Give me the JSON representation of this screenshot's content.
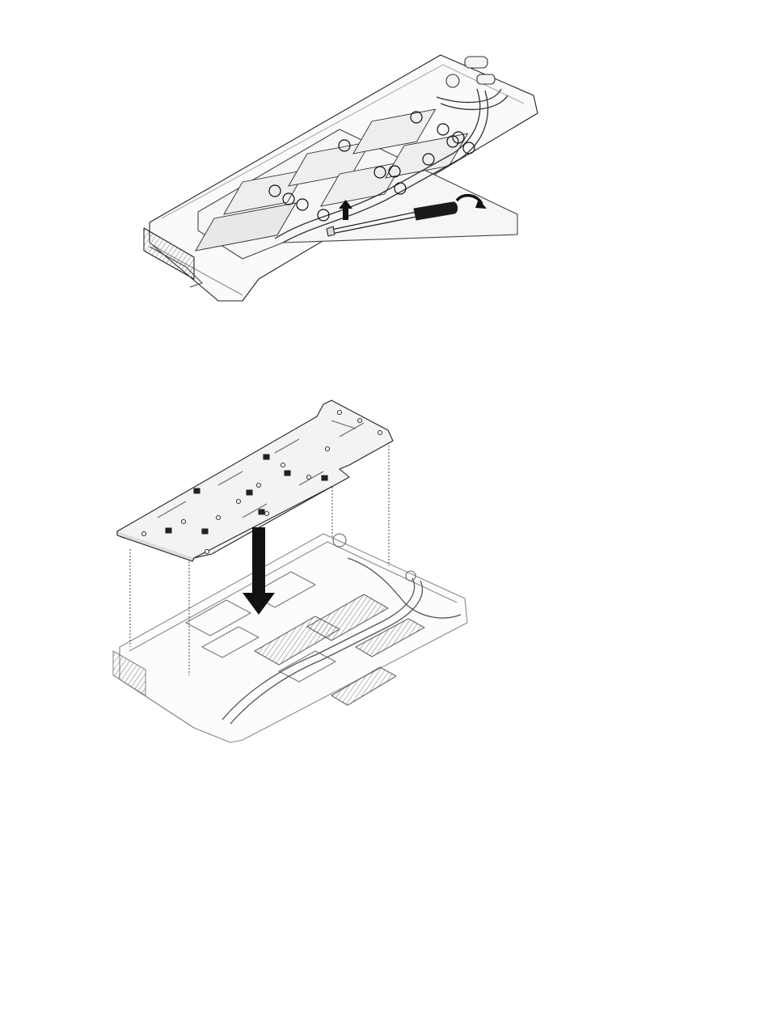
{
  "figures": [
    {
      "id": "step-1",
      "callouts": [],
      "arrows": [
        "lift-arrow",
        "rotate-arrow"
      ],
      "tool": "flathead-screwdriver",
      "component": "water-loop-assembly",
      "screw-count-marked": 14
    },
    {
      "id": "step-2",
      "callouts": [],
      "arrows": [
        "down-arrow"
      ],
      "component": "water-loop-carrier",
      "guide-lines": 4
    }
  ],
  "colors": {
    "line": "#222222",
    "light-line": "#9a9a9a",
    "fill": "#f2f2f2",
    "arrow": "#111111"
  }
}
